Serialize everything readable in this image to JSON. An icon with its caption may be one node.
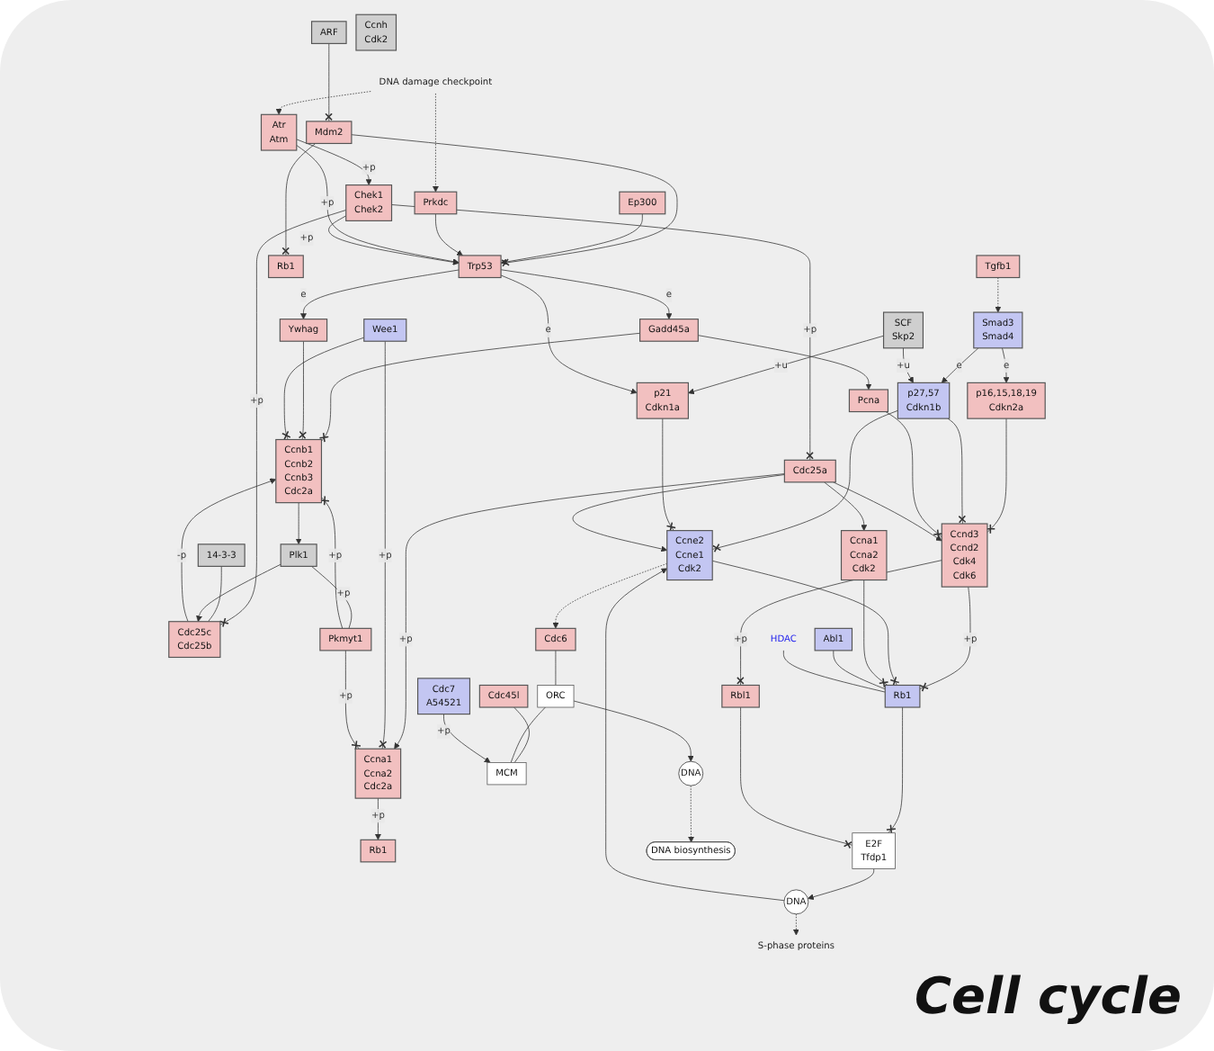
{
  "diagram": {
    "title": "Cell cycle",
    "nodes": [
      {
        "text": [
          "ARF"
        ]
      },
      {
        "text": [
          "DNA damage checkpoint"
        ]
      },
      {
        "text": [
          "Tgfb1"
        ]
      },
      {
        "text": [
          "Ep300"
        ]
      },
      {
        "text": [
          "Mdm2"
        ]
      },
      {
        "text": [
          "Prkdc"
        ]
      },
      {
        "text": [
          "Atr",
          "Atm"
        ]
      },
      {
        "text": [
          "Smad3",
          "Smad4"
        ]
      },
      {
        "text": [
          "SCF",
          "Skp2"
        ]
      },
      {
        "text": [
          "Rb1"
        ]
      },
      {
        "text": [
          "Trp53"
        ]
      },
      {
        "text": [
          "p16,15,18,19",
          "Cdkn2a"
        ]
      },
      {
        "text": [
          "p27,57",
          "Cdkn1b"
        ]
      },
      {
        "text": [
          "p21",
          "Cdkn1a"
        ]
      },
      {
        "text": [
          "Gadd45a"
        ]
      },
      {
        "text": [
          "Ywhag"
        ]
      },
      {
        "text": [
          "Chek1",
          "Chek2"
        ]
      },
      {
        "text": [
          "Pcna"
        ]
      },
      {
        "text": [
          "14-3-3"
        ]
      },
      {
        "text": [
          "Cdc25a"
        ]
      },
      {
        "text": [
          "Cdc25c",
          "Cdc25b"
        ]
      },
      {
        "text": [
          "Ccnd3",
          "Ccnd2",
          "Cdk4",
          "Cdk6"
        ]
      },
      {
        "text": [
          "Ccne2",
          "Ccne1",
          "Cdk2"
        ]
      },
      {
        "text": [
          "Ccna1",
          "Ccna2",
          "Cdk2"
        ]
      },
      {
        "text": [
          "Ccnh",
          "Cdk2"
        ]
      },
      {
        "text": [
          "Ccna1",
          "Ccna2",
          "Cdc2a"
        ]
      },
      {
        "text": [
          "Ccnb1",
          "Ccnb2",
          "Ccnb3",
          "Cdc2a"
        ]
      },
      {
        "text": [
          "Plk1"
        ]
      },
      {
        "text": [
          "Abl1"
        ]
      },
      {
        "text": [
          "Rb1"
        ]
      },
      {
        "text": [
          "Rbl1"
        ]
      },
      {
        "text": [
          "Cdc6"
        ]
      },
      {
        "text": [
          "Cdc45l"
        ]
      },
      {
        "text": [
          "ORC"
        ]
      },
      {
        "text": [
          "MCM"
        ]
      },
      {
        "text": [
          "Rb1"
        ]
      },
      {
        "text": [
          "Wee1"
        ]
      },
      {
        "text": [
          "Pkmyt1"
        ]
      },
      {
        "text": [
          "HDAC"
        ]
      },
      {
        "text": [
          "E2F",
          "Tfdp1"
        ]
      },
      {
        "text": [
          "DNA"
        ]
      },
      {
        "text": [
          "Cdc7",
          "A54521"
        ]
      },
      {
        "text": [
          "DNA"
        ]
      },
      {
        "text": [
          "S-phase proteins"
        ]
      },
      {
        "text": [
          "DNA biosynthesis"
        ]
      }
    ],
    "edges": [
      {
        "from": 0,
        "to": 4,
        "arrow": "other"
      },
      {
        "from": 1,
        "to": 5,
        "arrow": "to",
        "style": "dashed"
      },
      {
        "from": 1,
        "to": 6,
        "arrow": "to",
        "style": "dashed"
      },
      {
        "from": 2,
        "to": 7,
        "arrow": "to",
        "style": "dashed"
      },
      {
        "from": 4,
        "to": 9,
        "arrow": "other"
      },
      {
        "from": 4,
        "to": 10,
        "arrow": "other"
      },
      {
        "from": 3,
        "to": 10,
        "arrow": "to"
      },
      {
        "from": 5,
        "to": 10,
        "arrow": "to"
      },
      {
        "from": 6,
        "to": 10,
        "arrow": "to",
        "label": "+p"
      },
      {
        "from": 6,
        "to": 16,
        "arrow": "to",
        "label": "+p"
      },
      {
        "from": 16,
        "to": 10,
        "arrow": "to",
        "label": "+p"
      },
      {
        "from": 7,
        "to": 11,
        "arrow": "to",
        "label": "e"
      },
      {
        "from": 7,
        "to": 12,
        "arrow": "to",
        "label": "e"
      },
      {
        "from": 8,
        "to": 12,
        "arrow": "to",
        "label": "+u"
      },
      {
        "from": 8,
        "to": 13,
        "arrow": "to",
        "label": "+u"
      },
      {
        "from": 10,
        "to": 13,
        "arrow": "to",
        "label": "e"
      },
      {
        "from": 10,
        "to": 14,
        "arrow": "to",
        "label": "e"
      },
      {
        "from": 10,
        "to": 15,
        "arrow": "to",
        "label": "e"
      },
      {
        "from": 14,
        "to": 17,
        "arrow": "to"
      },
      {
        "from": 14,
        "to": 26,
        "arrow": "other"
      },
      {
        "from": 15,
        "to": 26,
        "arrow": "other"
      },
      {
        "from": 16,
        "to": 19,
        "arrow": "other",
        "label": "+p"
      },
      {
        "from": 16,
        "to": 20,
        "arrow": "other",
        "label": "+p"
      },
      {
        "from": 18,
        "to": 20,
        "arrow": "none"
      },
      {
        "from": 11,
        "to": 21,
        "arrow": "other"
      },
      {
        "from": 12,
        "to": 21,
        "arrow": "other"
      },
      {
        "from": 12,
        "to": 22,
        "arrow": "other"
      },
      {
        "from": 13,
        "to": 22,
        "arrow": "other"
      },
      {
        "from": 17,
        "to": 21,
        "arrow": "other"
      },
      {
        "from": 19,
        "to": 21,
        "arrow": "to"
      },
      {
        "from": 19,
        "to": 22,
        "arrow": "to"
      },
      {
        "from": 19,
        "to": 23,
        "arrow": "to"
      },
      {
        "from": 19,
        "to": 25,
        "arrow": "to",
        "label": "+p"
      },
      {
        "from": 21,
        "to": 29,
        "arrow": "other",
        "label": "+p"
      },
      {
        "from": 21,
        "to": 30,
        "arrow": "other",
        "label": "+p"
      },
      {
        "from": 22,
        "to": 29,
        "arrow": "other"
      },
      {
        "from": 23,
        "to": 29,
        "arrow": "other"
      },
      {
        "from": 22,
        "to": 31,
        "arrow": "to",
        "style": "dashed"
      },
      {
        "from": 28,
        "to": 29,
        "arrow": "none"
      },
      {
        "from": 38,
        "to": 29,
        "arrow": "none"
      },
      {
        "from": 29,
        "to": 39,
        "arrow": "other"
      },
      {
        "from": 30,
        "to": 39,
        "arrow": "other"
      },
      {
        "from": 39,
        "to": 40,
        "arrow": "to"
      },
      {
        "from": 40,
        "to": 22,
        "arrow": "to"
      },
      {
        "from": 40,
        "to": 43,
        "arrow": "to",
        "style": "dashed"
      },
      {
        "from": 31,
        "to": 33,
        "arrow": "none"
      },
      {
        "from": 32,
        "to": 34,
        "arrow": "none"
      },
      {
        "from": 33,
        "to": 34,
        "arrow": "none"
      },
      {
        "from": 41,
        "to": 34,
        "arrow": "to",
        "label": "+p"
      },
      {
        "from": 33,
        "to": 42,
        "arrow": "to"
      },
      {
        "from": 42,
        "to": 44,
        "arrow": "to",
        "style": "dashed"
      },
      {
        "from": 20,
        "to": 26,
        "arrow": "to",
        "label": "-p"
      },
      {
        "from": 26,
        "to": 27,
        "arrow": "to"
      },
      {
        "from": 27,
        "to": 20,
        "arrow": "to"
      },
      {
        "from": 25,
        "to": 35,
        "arrow": "to",
        "label": "+p"
      },
      {
        "from": 36,
        "to": 25,
        "arrow": "other",
        "label": "+p"
      },
      {
        "from": 37,
        "to": 25,
        "arrow": "other",
        "label": "+p"
      },
      {
        "from": 36,
        "to": 26,
        "arrow": "other"
      },
      {
        "from": 37,
        "to": 26,
        "arrow": "other",
        "label": "+p"
      },
      {
        "from": 27,
        "to": 37,
        "arrow": "none",
        "label": "+p"
      }
    ]
  }
}
